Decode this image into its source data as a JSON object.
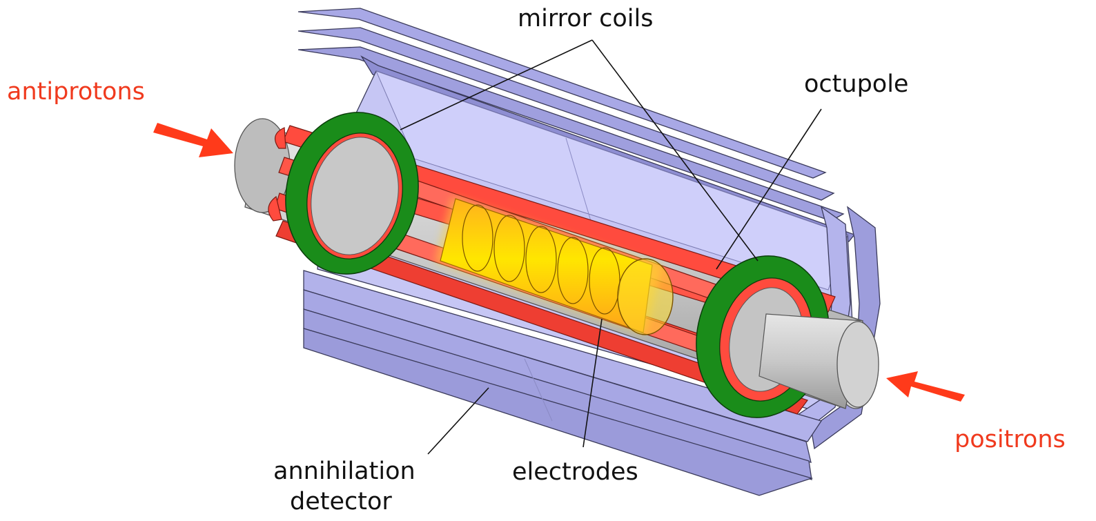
{
  "labels": {
    "mirror_coils": "mirror coils",
    "octupole": "octupole",
    "antiprotons": "antiprotons",
    "positrons": "positrons",
    "annihilation_detector_line1": "annihilation",
    "annihilation_detector_line2": "detector",
    "electrodes": "electrodes"
  },
  "colors": {
    "detector": "#b8b8ee",
    "detector_dark": "#9a9ad6",
    "octupole": "#ff4b3e",
    "coils": "#1a8c1a",
    "electrodes": "#f5c20c",
    "tube": "#c4c4c4",
    "arrow": "#ff3a1a",
    "label_red": "#f03a1e"
  }
}
